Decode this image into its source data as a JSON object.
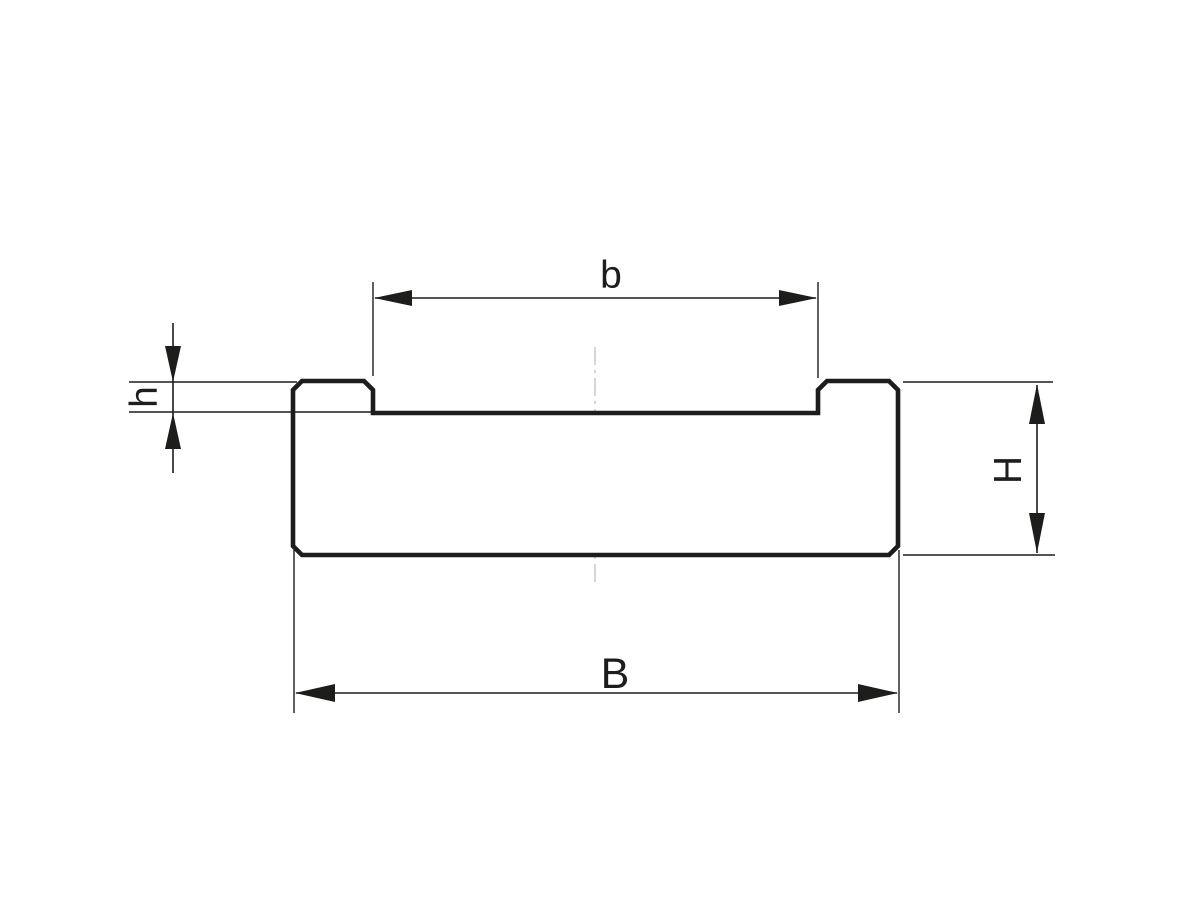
{
  "drawing": {
    "title": "profile-cross-section",
    "colors": {
      "ink": "#1d1d1b",
      "background": "#ffffff",
      "centerline": "#cccccc"
    },
    "dimensions": {
      "groove_width": {
        "label": "b",
        "position": "top"
      },
      "tab_height": {
        "label": "h",
        "position": "left",
        "rotated": true
      },
      "total_height": {
        "label": "H",
        "position": "right",
        "rotated": true
      },
      "total_width": {
        "label": "B",
        "position": "bottom"
      }
    }
  }
}
